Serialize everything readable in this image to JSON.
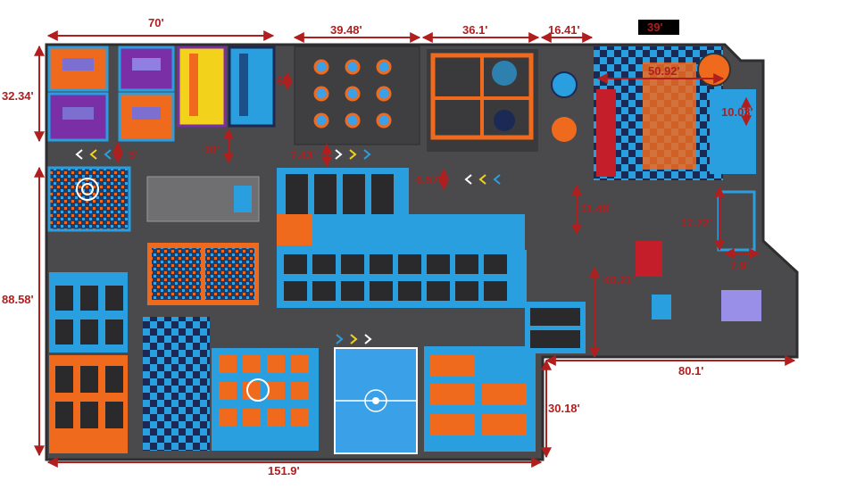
{
  "dimensions": {
    "top_a": "70'",
    "top_b": "39.48'",
    "top_c": "36.1'",
    "top_d": "16.41'",
    "top_e": "39'",
    "left_top": "32.34'",
    "left_main": "88.58'",
    "bottom_total": "151.9'",
    "right_lower": "30.18'",
    "step_width": "80.1'",
    "six": "6'",
    "five": "5'",
    "ten": "10'",
    "seven_43": "7.43'",
    "six_57": "6.57'",
    "eleven_48": "11.48'",
    "fifty_92": "50.92'",
    "ten_03": "10.03'",
    "seventeen_72": "17.72'",
    "seven_9": "7.9'",
    "forty_21": "40.21'"
  },
  "colors": {
    "floor": "#4a4a4c",
    "wall": "#2e2e30",
    "blue": "#2a9fe0",
    "orange": "#f06a1e",
    "purple": "#7b2fa6",
    "yellow": "#f2d21a",
    "dim_red": "#b01e1e"
  }
}
